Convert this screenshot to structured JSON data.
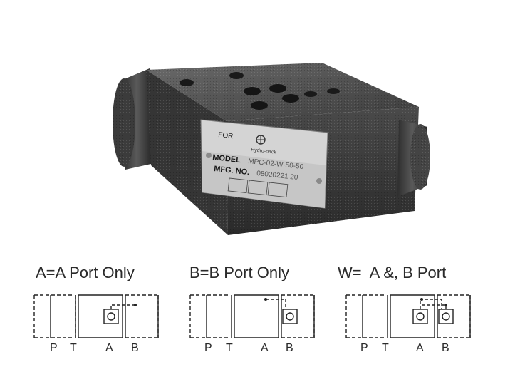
{
  "photo": {
    "plate_for": "FOR",
    "brand": "Hydro-pack",
    "model_label": "MODEL",
    "model_value": "MPC-02-W-50-50",
    "mfg_label": "MFG. NO.",
    "mfg_value": "08020221 20"
  },
  "schematics": [
    {
      "title": "A=A Port Only",
      "ports": [
        "P",
        "T",
        "A",
        "B"
      ]
    },
    {
      "title": "B=B Port Only",
      "ports": [
        "P",
        "T",
        "A",
        "B"
      ]
    },
    {
      "title": "W=  A &, B Port",
      "ports": [
        "P",
        "T",
        "A",
        "B"
      ]
    }
  ],
  "colors": {
    "valve_body": "#3a3a3a",
    "plate": "#d9d9d9",
    "line": "#222222"
  }
}
